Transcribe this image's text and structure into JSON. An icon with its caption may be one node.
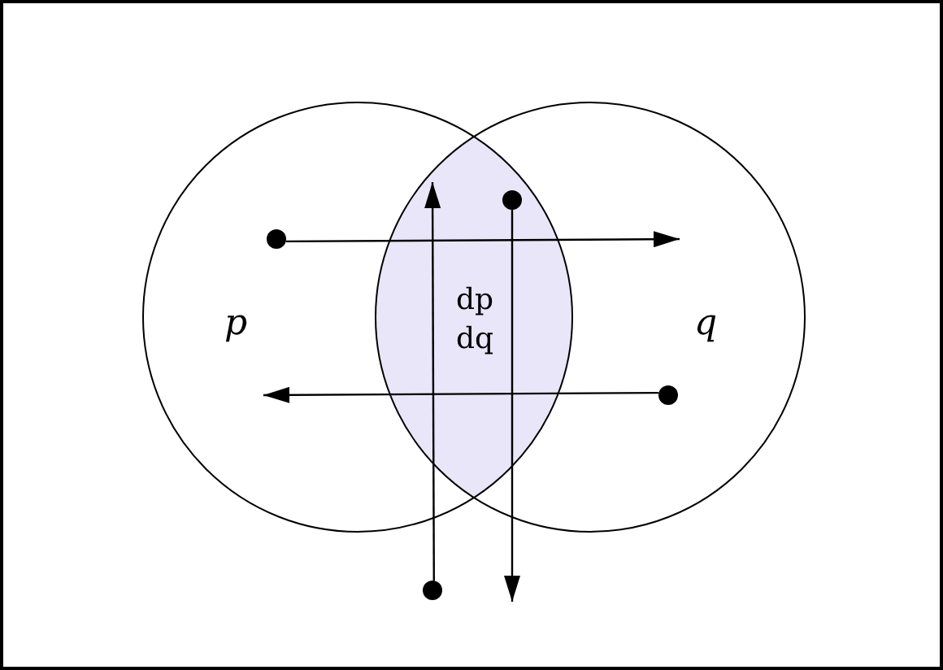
{
  "diagram": {
    "nodes": [
      {
        "text": [
          "p"
        ]
      },
      {
        "text": [
          "q"
        ]
      },
      {
        "text": [
          "dp dq"
        ]
      },
      {
        "text": [],
        "shape": "circle",
        "in": 2
      },
      {
        "text": [],
        "shape": "circle",
        "in": 0
      },
      {
        "text": [],
        "shape": "circle",
        "in": 1
      },
      {
        "text": [],
        "shape": "circle"
      }
    ],
    "edges": [
      {
        "from": 3,
        "to": null,
        "arrow": "to"
      },
      {
        "from": 4,
        "to": 1,
        "arrow": "to"
      },
      {
        "from": 5,
        "to": 0,
        "arrow": "to"
      },
      {
        "from": 6,
        "to": 2,
        "arrow": "to"
      }
    ]
  }
}
